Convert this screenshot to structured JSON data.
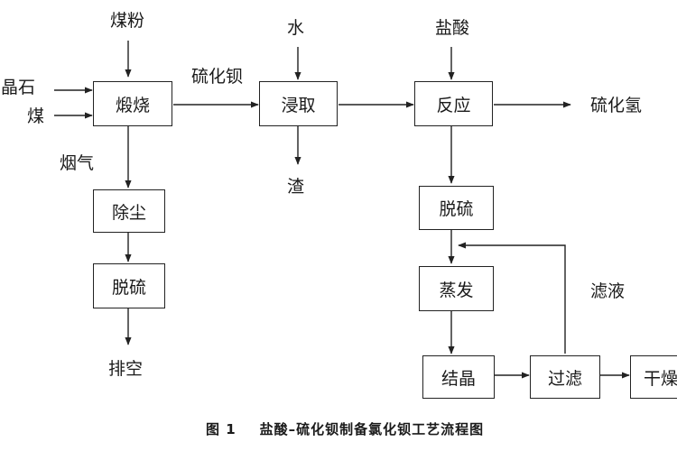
{
  "nodes": {
    "calcine": "煅烧",
    "leach": "浸取",
    "react": "反应",
    "dedust": "除尘",
    "desulf1": "脱硫",
    "desulf2": "脱硫",
    "evaporate": "蒸发",
    "crystallize": "结晶",
    "filter": "过滤",
    "dry": "干燥"
  },
  "labels": {
    "coal_powder": "煤粉",
    "barite": "重晶石",
    "coal": "煤",
    "flue_gas": "烟气",
    "exhaust": "排空",
    "barium_sulfide": "硫化钡",
    "water": "水",
    "residue": "渣",
    "hcl": "盐酸",
    "h2s": "硫化氢",
    "filtrate": "滤液"
  },
  "caption": {
    "number": "图 1",
    "text": "盐酸–硫化钡制备氯化钡工艺流程图"
  },
  "colors": {
    "line": "#222222"
  }
}
